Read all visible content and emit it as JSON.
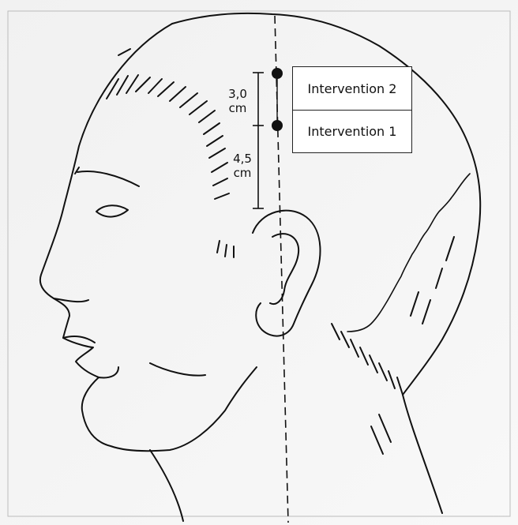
{
  "interventions": [
    {
      "label": "Intervention 2"
    },
    {
      "label": "Intervention 1"
    }
  ],
  "measurements": [
    {
      "value": "3,0",
      "unit": "cm"
    },
    {
      "value": "4,5",
      "unit": "cm"
    }
  ],
  "colors": {
    "ink": "#111111",
    "paper": "#f4f4f4",
    "label_background": "#ffffff"
  }
}
